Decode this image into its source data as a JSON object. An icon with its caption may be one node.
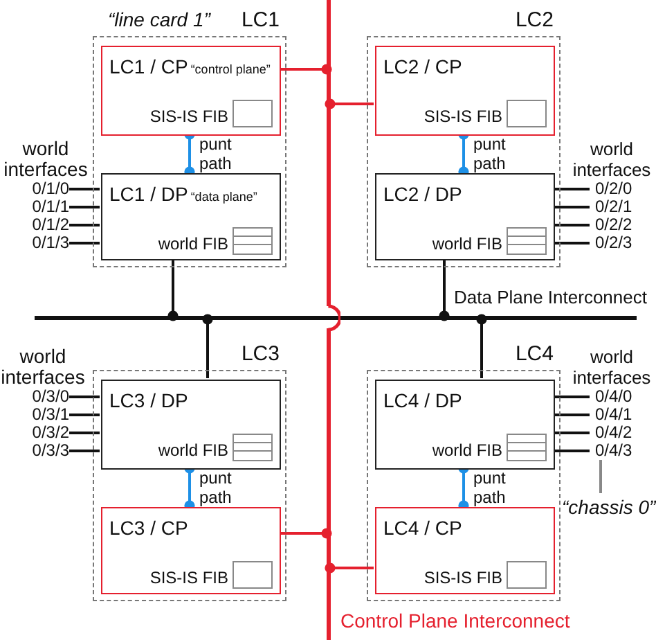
{
  "diagram": {
    "nodes": [
      {
        "text": [
          "LC1"
        ],
        "beside": [
          "“line card 1”"
        ]
      },
      {
        "text": [
          "LC1 / CP",
          "“control plane”"
        ],
        "in": 0
      },
      {
        "text": [
          "SIS-IS FIB"
        ],
        "in": 1
      },
      {
        "text": [
          "LC1 / DP",
          "“data plane”"
        ],
        "in": 0
      },
      {
        "text": [
          "world FIB"
        ],
        "in": 3
      },
      {
        "text": [
          "0/1/0"
        ]
      },
      {
        "text": [
          "0/1/1"
        ]
      },
      {
        "text": [
          "0/1/2"
        ]
      },
      {
        "text": [
          "0/1/3"
        ]
      },
      {
        "text": [
          "LC2"
        ]
      },
      {
        "text": [
          "LC2 / CP"
        ],
        "in": 9
      },
      {
        "text": [
          "SIS-IS FIB"
        ],
        "in": 10
      },
      {
        "text": [
          "LC2 / DP"
        ],
        "in": 9
      },
      {
        "text": [
          "world FIB"
        ],
        "in": 12
      },
      {
        "text": [
          "0/2/0"
        ]
      },
      {
        "text": [
          "0/2/1"
        ]
      },
      {
        "text": [
          "0/2/2"
        ]
      },
      {
        "text": [
          "0/2/3"
        ]
      },
      {
        "text": [],
        "shape": "bar"
      },
      {
        "text": [
          "LC3"
        ]
      },
      {
        "text": [
          "LC3 / DP"
        ],
        "in": 19
      },
      {
        "text": [
          "world FIB"
        ],
        "in": 20
      },
      {
        "text": [
          "LC3 / CP"
        ],
        "in": 19
      },
      {
        "text": [
          "SIS-IS FIB"
        ],
        "in": 22
      },
      {
        "text": [
          "0/3/0"
        ]
      },
      {
        "text": [
          "0/3/1"
        ]
      },
      {
        "text": [
          "0/3/2"
        ]
      },
      {
        "text": [
          "0/3/3"
        ]
      },
      {
        "text": [
          "LC4"
        ]
      },
      {
        "text": [
          "LC4 / DP"
        ],
        "in": 28
      },
      {
        "text": [
          "world FIB"
        ],
        "in": 29
      },
      {
        "text": [
          "LC4 / CP"
        ],
        "in": 28
      },
      {
        "text": [
          "SIS-IS FIB"
        ],
        "in": 31
      },
      {
        "text": [
          "0/4/0"
        ]
      },
      {
        "text": [
          "0/4/1"
        ]
      },
      {
        "text": [
          "0/4/2"
        ]
      },
      {
        "text": [
          "0/4/3"
        ]
      },
      {
        "text": [
          "“chassis 0”"
        ]
      },
      {
        "text": [],
        "shape": "bar"
      }
    ],
    "edges": [
      {
        "from": 1,
        "to": 3,
        "arrow": "other",
        "label": "punt path",
        "color": "#1e90e6"
      },
      {
        "from": 3,
        "to": 5,
        "arrow": "none"
      },
      {
        "from": 3,
        "to": 6,
        "arrow": "none"
      },
      {
        "from": 3,
        "to": 7,
        "arrow": "none"
      },
      {
        "from": 3,
        "to": 8,
        "arrow": "none"
      },
      {
        "from": 1,
        "to": 38,
        "arrow": "other",
        "color": "#e5202e"
      },
      {
        "from": 3,
        "to": 18,
        "arrow": "other"
      },
      {
        "from": 10,
        "to": 12,
        "arrow": "other",
        "label": "punt path",
        "color": "#1e90e6"
      },
      {
        "from": 12,
        "to": 14,
        "arrow": "none"
      },
      {
        "from": 12,
        "to": 15,
        "arrow": "none"
      },
      {
        "from": 12,
        "to": 16,
        "arrow": "none"
      },
      {
        "from": 12,
        "to": 17,
        "arrow": "none"
      },
      {
        "from": 10,
        "to": 38,
        "arrow": "other",
        "color": "#e5202e"
      },
      {
        "from": 12,
        "to": 18,
        "arrow": "other"
      },
      {
        "from": 22,
        "to": 20,
        "arrow": "other",
        "label": "punt path",
        "color": "#1e90e6"
      },
      {
        "from": 20,
        "to": 24,
        "arrow": "none"
      },
      {
        "from": 20,
        "to": 25,
        "arrow": "none"
      },
      {
        "from": 20,
        "to": 26,
        "arrow": "none"
      },
      {
        "from": 20,
        "to": 27,
        "arrow": "none"
      },
      {
        "from": 22,
        "to": 38,
        "arrow": "other",
        "color": "#e5202e"
      },
      {
        "from": 20,
        "to": 18,
        "arrow": "other"
      },
      {
        "from": 31,
        "to": 29,
        "arrow": "other",
        "label": "punt path",
        "color": "#1e90e6"
      },
      {
        "from": 29,
        "to": 33,
        "arrow": "none"
      },
      {
        "from": 29,
        "to": 34,
        "arrow": "none"
      },
      {
        "from": 29,
        "to": 35,
        "arrow": "none"
      },
      {
        "from": 29,
        "to": 36,
        "arrow": "none"
      },
      {
        "from": 31,
        "to": 38,
        "arrow": "other",
        "color": "#e5202e"
      },
      {
        "from": 29,
        "to": 18,
        "arrow": "other"
      },
      {
        "from": 37,
        "to": 36,
        "arrow": "none",
        "color": "#888888"
      }
    ],
    "labels": [
      "world interfaces",
      "world interfaces",
      "Data Plane Interconnect",
      "world interfaces",
      "world interfaces",
      "Control Plane Interconnect"
    ]
  }
}
